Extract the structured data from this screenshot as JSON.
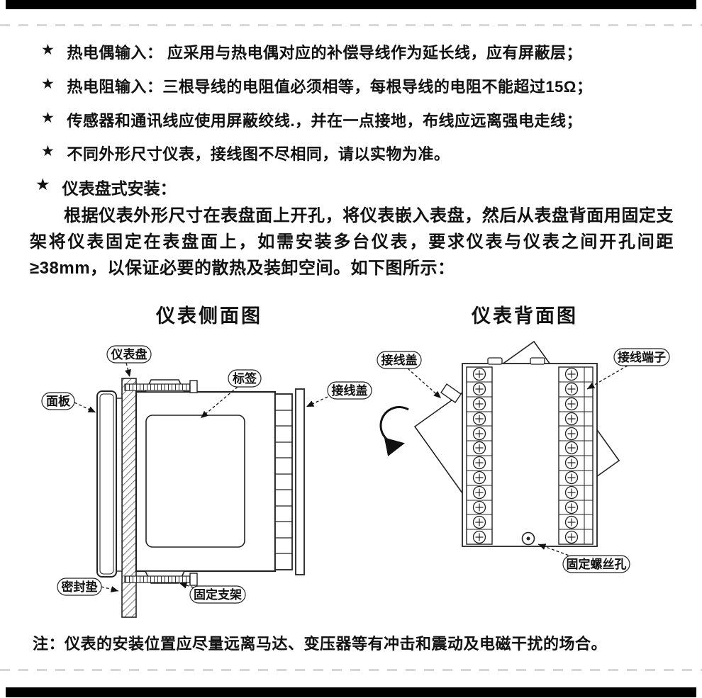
{
  "page": {
    "bullets": [
      {
        "marker": "★",
        "text": "热电偶输入： 应采用与热电偶对应的补偿导线作为延长线，应有屏蔽层；"
      },
      {
        "marker": "★",
        "text": "热电阻输入：三根导线的电阻值必须相等，每根导线的电阻不能超过15Ω；"
      },
      {
        "marker": "★",
        "text": "传感器和通讯线应使用屏蔽绞线.，并在一点接地，布线应远离强电走线；"
      },
      {
        "marker": "★",
        "text": "不同外形尺寸仪表，接线图不尽相同，请以实物为准。"
      }
    ],
    "section": {
      "marker": "★",
      "title": "仪表盘式安装：",
      "body": "根据仪表外形尺寸在表盘面上开孔，将仪表嵌入表盘，然后从表盘背面用固定支架将仪表固定在表盘面上，如需安装多台仪表，要求仪表与仪表之间开孔间距≥38mm，以保证必要的散热及装卸空间。如下图所示："
    },
    "diagrams": {
      "side": {
        "title": "仪表侧面图",
        "labels": {
          "panel": "仪表盘",
          "faceplate": "面板",
          "tag": "标签",
          "terminal_cover": "接线盖",
          "gasket": "密封垫",
          "bracket": "固定支架"
        }
      },
      "back": {
        "title": "仪表背面图",
        "labels": {
          "terminal_cover": "接线盖",
          "terminals": "接线端子",
          "screw_hole": "固定螺丝孔"
        }
      }
    },
    "note": "注：仪表的安装位置应尽量远离马达、变压器等有冲击和震动及电磁干扰的场合。"
  },
  "colors": {
    "ink": "#111111",
    "drawing_line": "#222222",
    "dash_divider": "#d8d8d8",
    "border_bar": "#000000"
  }
}
